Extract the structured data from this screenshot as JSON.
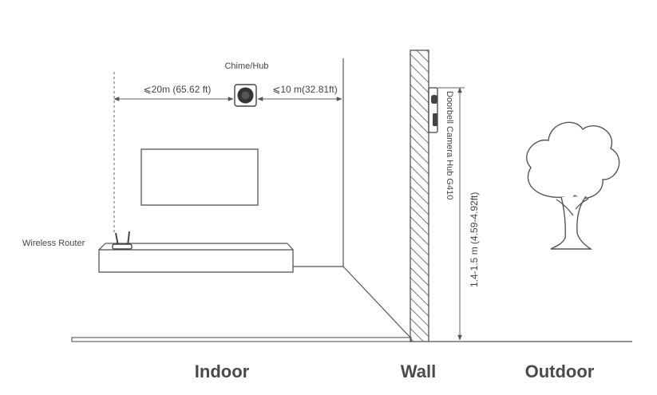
{
  "labels": {
    "chime_hub": "Chime/Hub",
    "range_router": "⩽20m (65.62 ft)",
    "range_wall": "⩽10 m(32.81ft)",
    "wireless_router": "Wireless Router",
    "doorbell_device": "Doorbell Camera Hub G410",
    "mount_height": "1.4-1.5 m (4.59-4.92ft)"
  },
  "zones": {
    "indoor": "Indoor",
    "wall": "Wall",
    "outdoor": "Outdoor"
  },
  "icons": [
    "chime-hub-icon",
    "router-icon",
    "tv-icon",
    "cabinet-icon",
    "doorbell-icon",
    "tree-icon",
    "wall-hatch"
  ],
  "colors": {
    "line": "#555555",
    "text": "#444444",
    "background": "#ffffff"
  }
}
